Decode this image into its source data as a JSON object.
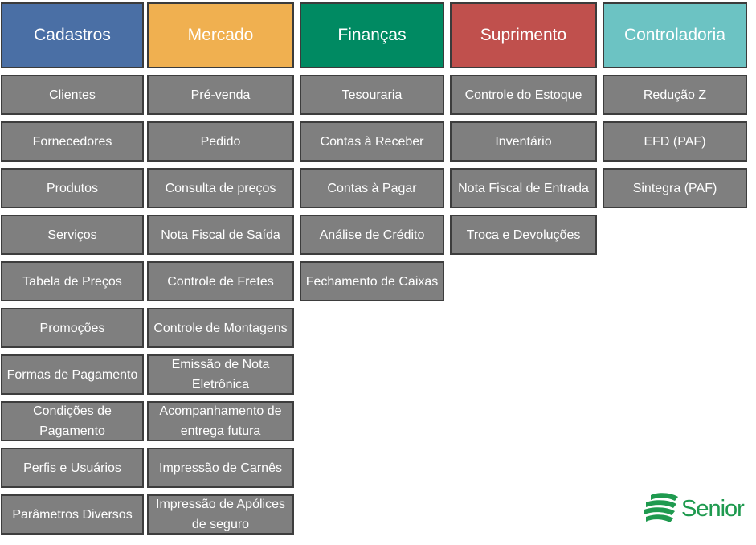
{
  "colors": {
    "cadastros": "#4a6fa5",
    "mercado": "#f0b050",
    "financas": "#008a62",
    "suprimento": "#c0504d",
    "controladoria": "#6cc3c3",
    "item_bg": "#7f7f7f",
    "logo": "#1f9a4f"
  },
  "columns": [
    {
      "title": "Cadastros",
      "items": [
        "Clientes",
        "Fornecedores",
        "Produtos",
        "Serviços",
        "Tabela de Preços",
        "Promoções",
        "Formas de Pagamento",
        "Condições de Pagamento",
        "Perfis e Usuários",
        "Parâmetros Diversos"
      ]
    },
    {
      "title": "Mercado",
      "items": [
        "Pré-venda",
        "Pedido",
        "Consulta de preços",
        "Nota Fiscal de Saída",
        "Controle de Fretes",
        "Controle de Montagens",
        "Emissão de Nota Eletrônica",
        "Acompanhamento de entrega futura",
        "Impressão de Carnês",
        "Impressão de Apólices de seguro"
      ]
    },
    {
      "title": "Finanças",
      "items": [
        "Tesouraria",
        "Contas à Receber",
        "Contas à Pagar",
        "Análise de Crédito",
        "Fechamento de Caixas"
      ]
    },
    {
      "title": "Suprimento",
      "items": [
        "Controle do Estoque",
        "Inventário",
        "Nota Fiscal de Entrada",
        "Troca e Devoluções"
      ]
    },
    {
      "title": "Controladoria",
      "items": [
        "Redução Z",
        "EFD (PAF)",
        "Sintegra (PAF)"
      ]
    }
  ],
  "logo": {
    "text": "Senior",
    "icon": "senior-logo-icon"
  }
}
